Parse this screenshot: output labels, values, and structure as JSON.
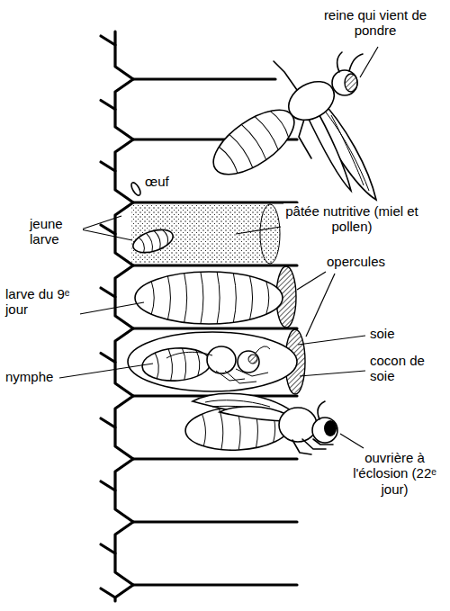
{
  "diagram": {
    "labels": [
      "reine qui vient de pondre",
      "œuf",
      "jeune larve",
      "pâtée nutritive (miel et pollen)",
      "larve du 9ᵉ jour",
      "opercules",
      "soie",
      "nymphe",
      "cocon de soie",
      "ouvrière à l'éclosion (22ᵉ jour)"
    ]
  }
}
